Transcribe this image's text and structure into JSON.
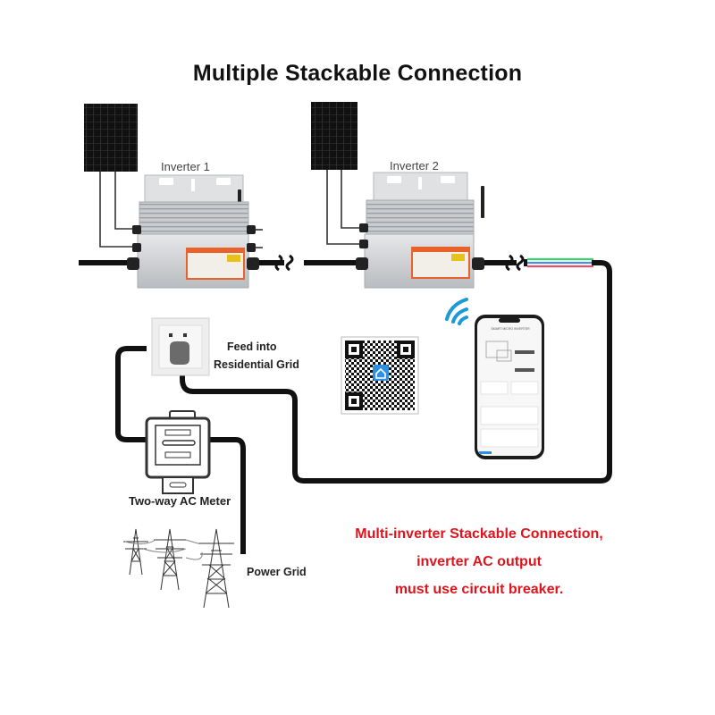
{
  "title": "Multiple Stackable Connection",
  "inverters": [
    {
      "label": "Inverter 1"
    },
    {
      "label": "Inverter 2"
    }
  ],
  "labels": {
    "feed_line1": "Feed into",
    "feed_line2": "Residential Grid",
    "meter": "Two-way AC Meter",
    "power_grid": "Power Grid"
  },
  "notice": {
    "line1": "Multi-inverter Stackable Connection,",
    "line2": "inverter AC output",
    "line3": "must use circuit breaker."
  },
  "phone": {
    "app_title": "SMART MICRO INVERTER"
  },
  "colors": {
    "notice_red": "#e0141c",
    "wifi_blue": "#1a9ad6",
    "qr_app_blue": "#2f8fe0",
    "warning_orange": "#e8622a",
    "cable_green": "#3bd16f",
    "cable_blue": "#4a90d9",
    "cable_red": "#e0506a"
  }
}
